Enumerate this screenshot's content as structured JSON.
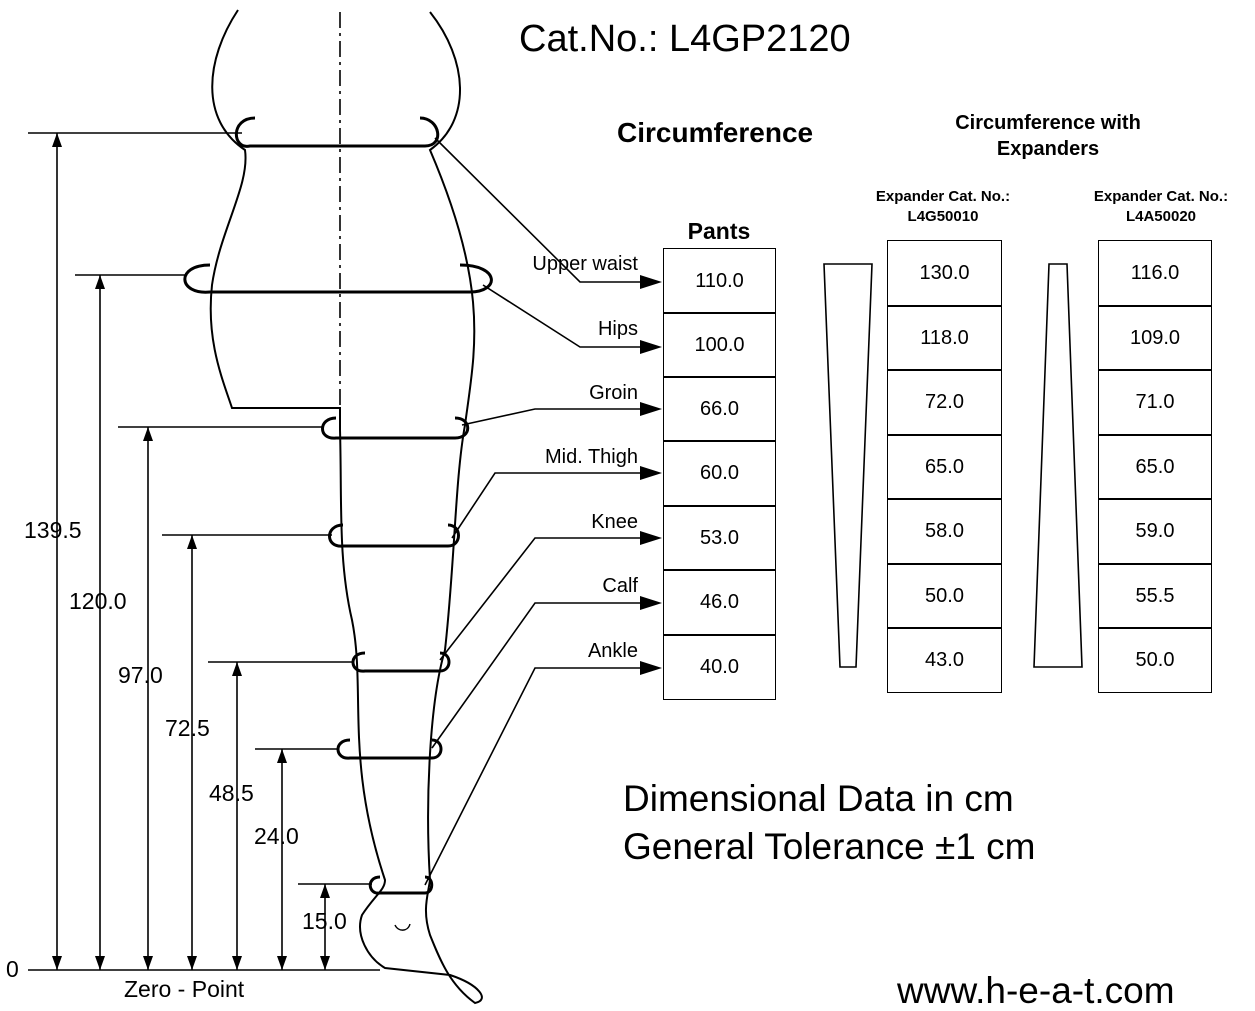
{
  "header": {
    "cat_no": "Cat.No.: L4GP2120",
    "circumference_title": "Circumference",
    "circumference_expanders_title": "Circumference with Expanders"
  },
  "table": {
    "pants_header": "Pants",
    "expander1_header": "Expander Cat. No.: L4G50010",
    "expander2_header": "Expander Cat. No.: L4A50020",
    "rows": [
      {
        "label": "Upper waist",
        "pants": "110.0",
        "exp1": "130.0",
        "exp2": "116.0"
      },
      {
        "label": "Hips",
        "pants": "100.0",
        "exp1": "118.0",
        "exp2": "109.0"
      },
      {
        "label": "Groin",
        "pants": "66.0",
        "exp1": "72.0",
        "exp2": "71.0"
      },
      {
        "label": "Mid. Thigh",
        "pants": "60.0",
        "exp1": "65.0",
        "exp2": "65.0"
      },
      {
        "label": "Knee",
        "pants": "53.0",
        "exp1": "58.0",
        "exp2": "59.0"
      },
      {
        "label": "Calf",
        "pants": "46.0",
        "exp1": "50.0",
        "exp2": "55.5"
      },
      {
        "label": "Ankle",
        "pants": "40.0",
        "exp1": "43.0",
        "exp2": "50.0"
      }
    ]
  },
  "dimensions": {
    "heights": [
      "139.5",
      "120.0",
      "97.0",
      "72.5",
      "48.5",
      "24.0",
      "15.0"
    ],
    "zero_value": "0",
    "zero_label": "Zero - Point"
  },
  "notes": {
    "line1": "Dimensional Data in cm",
    "line2": "General Tolerance ±1 cm"
  },
  "footer": {
    "url": "www.h-e-a-t.com"
  }
}
